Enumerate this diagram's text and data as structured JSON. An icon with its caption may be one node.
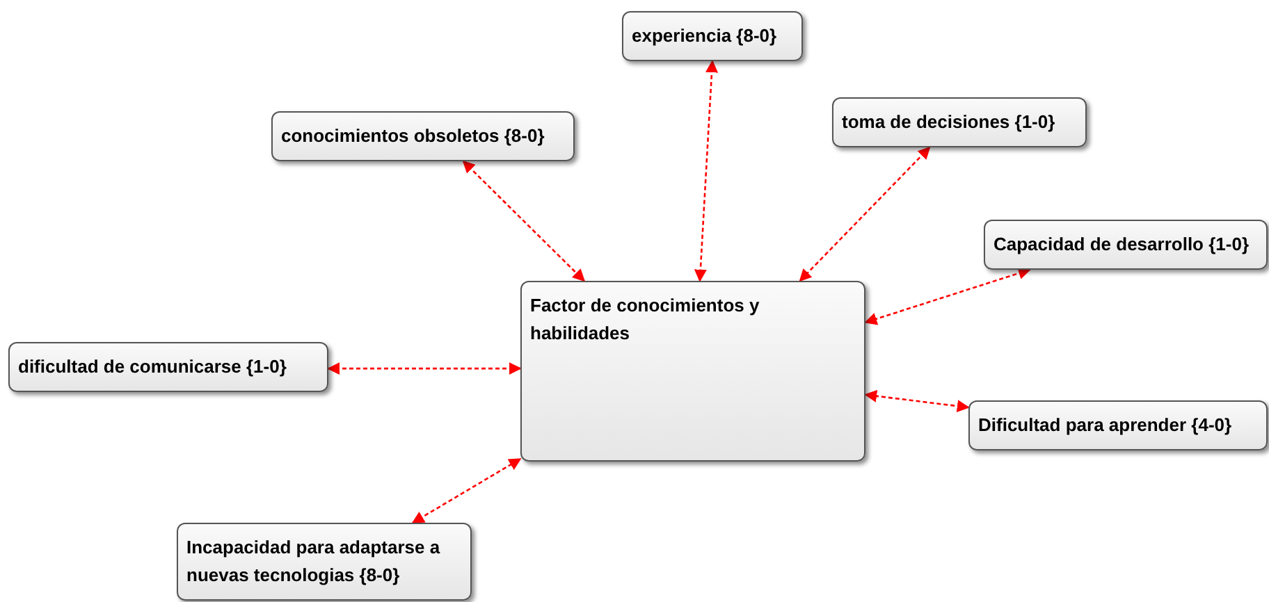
{
  "diagram": {
    "nodes": [
      {
        "text": [
          "experiencia {8-0}"
        ]
      },
      {
        "text": [
          "conocimientos obsoletos {8-0}"
        ]
      },
      {
        "text": [
          "toma de decisiones {1-0}"
        ]
      },
      {
        "text": [
          "Capacidad de desarrollo {1-0}"
        ]
      },
      {
        "text": [
          "Factor de conocimientos y habilidades"
        ]
      },
      {
        "text": [
          "dificultad de comunicarse {1-0}"
        ]
      },
      {
        "text": [
          "Dificultad para aprender {4-0}"
        ]
      },
      {
        "text": [
          "Incapacidad para adaptarse a nuevas tecnologias {8-0}"
        ]
      }
    ],
    "edges": [
      {
        "from": 0,
        "to": 4,
        "arrow": "both",
        "style": "dashed",
        "color": "#ff0000"
      },
      {
        "from": 1,
        "to": 4,
        "arrow": "both",
        "style": "dashed",
        "color": "#ff0000"
      },
      {
        "from": 2,
        "to": 4,
        "arrow": "both",
        "style": "dashed",
        "color": "#ff0000"
      },
      {
        "from": 3,
        "to": 4,
        "arrow": "both",
        "style": "dashed",
        "color": "#ff0000"
      },
      {
        "from": 5,
        "to": 4,
        "arrow": "both",
        "style": "dashed",
        "color": "#ff0000"
      },
      {
        "from": 6,
        "to": 4,
        "arrow": "both",
        "style": "dashed",
        "color": "#ff0000"
      },
      {
        "from": 7,
        "to": 4,
        "arrow": "both",
        "style": "dashed",
        "color": "#ff0000"
      }
    ]
  }
}
